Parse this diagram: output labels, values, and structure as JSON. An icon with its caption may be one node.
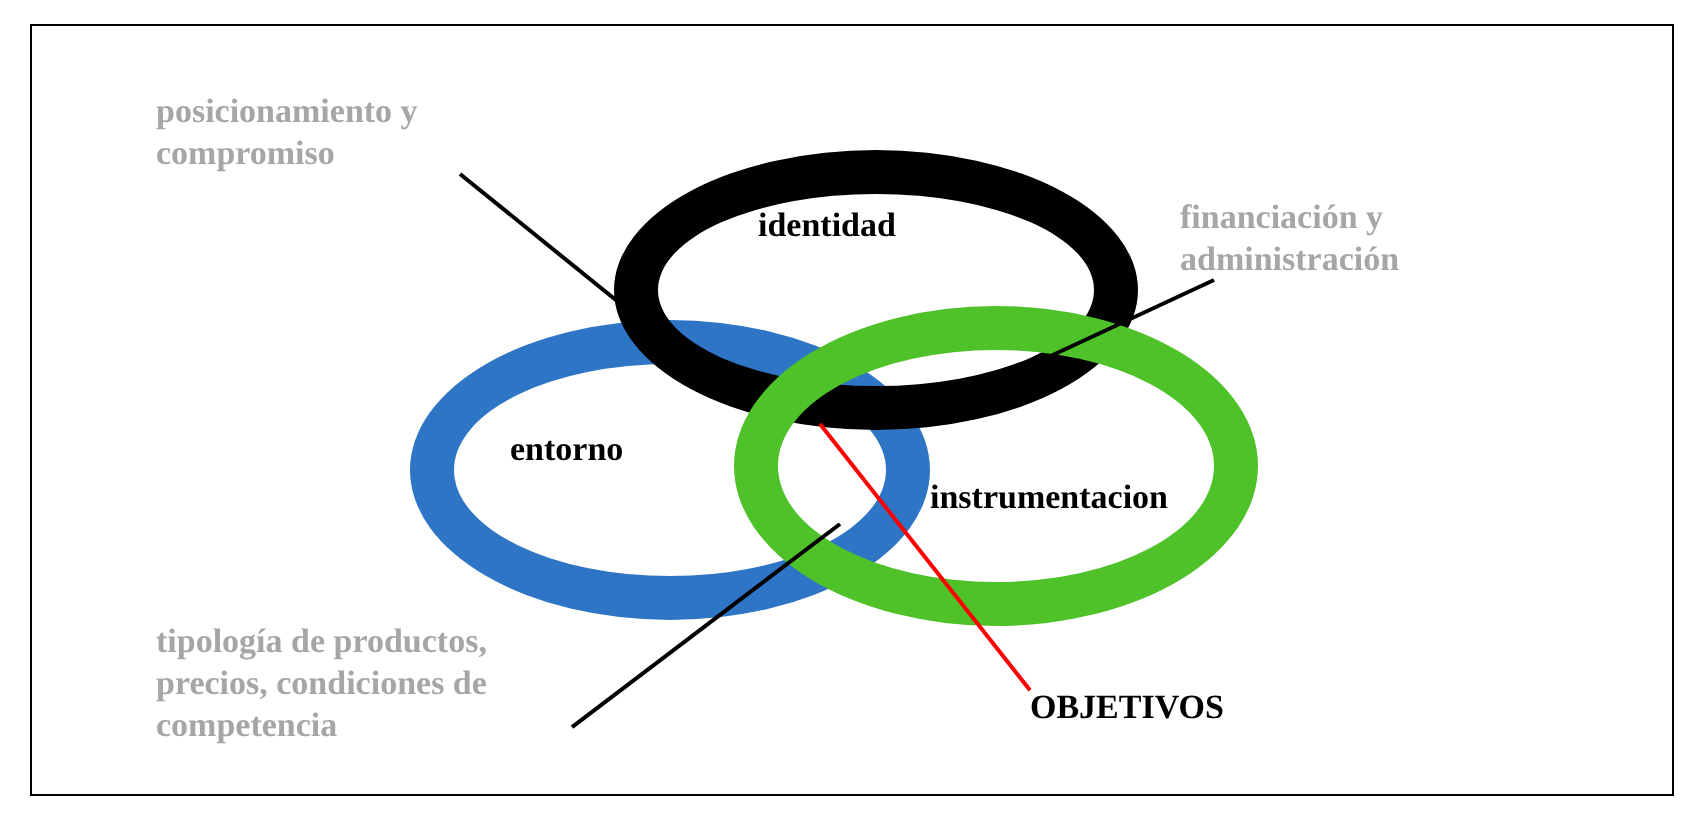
{
  "diagram": {
    "nodes": [
      {
        "text": [
          "identidad"
        ]
      },
      {
        "text": [
          "entorno"
        ]
      },
      {
        "text": [
          "instrumentacion"
        ]
      },
      {
        "text": [
          "posicionamiento y compromiso"
        ]
      },
      {
        "text": [
          "financiación y administración"
        ]
      },
      {
        "text": [
          "tipología de productos, precios, condiciones de competencia"
        ]
      },
      {
        "text": [
          "OBJETIVOS"
        ]
      }
    ],
    "edges": [
      {
        "from": 3,
        "to": 0,
        "arrow": "none"
      },
      {
        "from": 4,
        "to": 0,
        "arrow": "none"
      },
      {
        "from": 5,
        "to": 1,
        "arrow": "none"
      },
      {
        "from": 6,
        "to": 0,
        "arrow": "none",
        "color": "#ff0000"
      }
    ]
  }
}
